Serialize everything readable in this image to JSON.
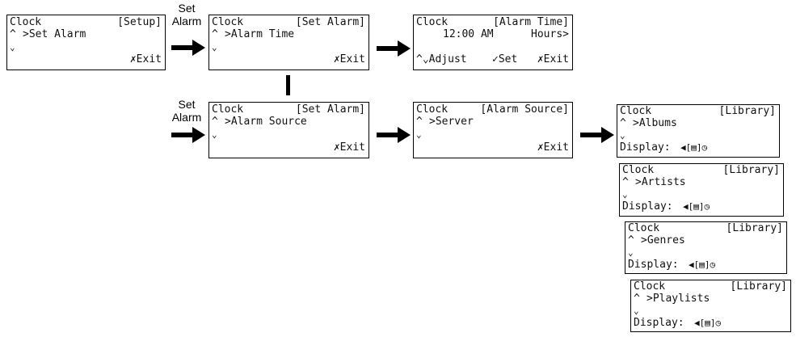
{
  "labels": {
    "set_alarm_top": [
      "Set",
      "Alarm"
    ],
    "set_alarm_bottom": [
      "Set",
      "Alarm"
    ]
  },
  "screens": {
    "setup": {
      "title": "Clock",
      "tag": "[Setup]",
      "up": "^",
      "item": ">Set Alarm",
      "down": "⌄",
      "exit": "✗Exit"
    },
    "set_alarm_1": {
      "title": "Clock",
      "tag": "[Set Alarm]",
      "up": "^",
      "item": ">Alarm Time",
      "down": "⌄",
      "exit": "✗Exit"
    },
    "alarm_time": {
      "title": "Clock",
      "tag": "[Alarm Time]",
      "time": "12:00 AM",
      "field": "Hours>",
      "adjust": "^⌄Adjust",
      "set": "✓Set",
      "exit": "✗Exit"
    },
    "set_alarm_2": {
      "title": "Clock",
      "tag": "[Set Alarm]",
      "up": "^",
      "item": ">Alarm Source",
      "down": "⌄",
      "exit": "✗Exit"
    },
    "alarm_source": {
      "title": "Clock",
      "tag": "[Alarm Source]",
      "up": "^",
      "item": ">Server",
      "down": "⌄",
      "exit": "✗Exit"
    },
    "library_albums": {
      "title": "Clock",
      "tag": "[Library]",
      "up": "^",
      "item": ">Albums",
      "down": "⌄",
      "display": "Display:",
      "icons": "◀[▤]◷"
    },
    "library_artists": {
      "title": "Clock",
      "tag": "[Library]",
      "up": "^",
      "item": ">Artists",
      "down": "⌄",
      "display": "Display:",
      "icons": "◀[▤]◷"
    },
    "library_genres": {
      "title": "Clock",
      "tag": "[Library]",
      "up": "^",
      "item": ">Genres",
      "down": "⌄",
      "display": "Display:",
      "icons": "◀[▤]◷"
    },
    "library_playlists": {
      "title": "Clock",
      "tag": "[Library]",
      "up": "^",
      "item": ">Playlists",
      "down": "⌄",
      "display": "Display:",
      "icons": "◀[▤]◷"
    }
  }
}
